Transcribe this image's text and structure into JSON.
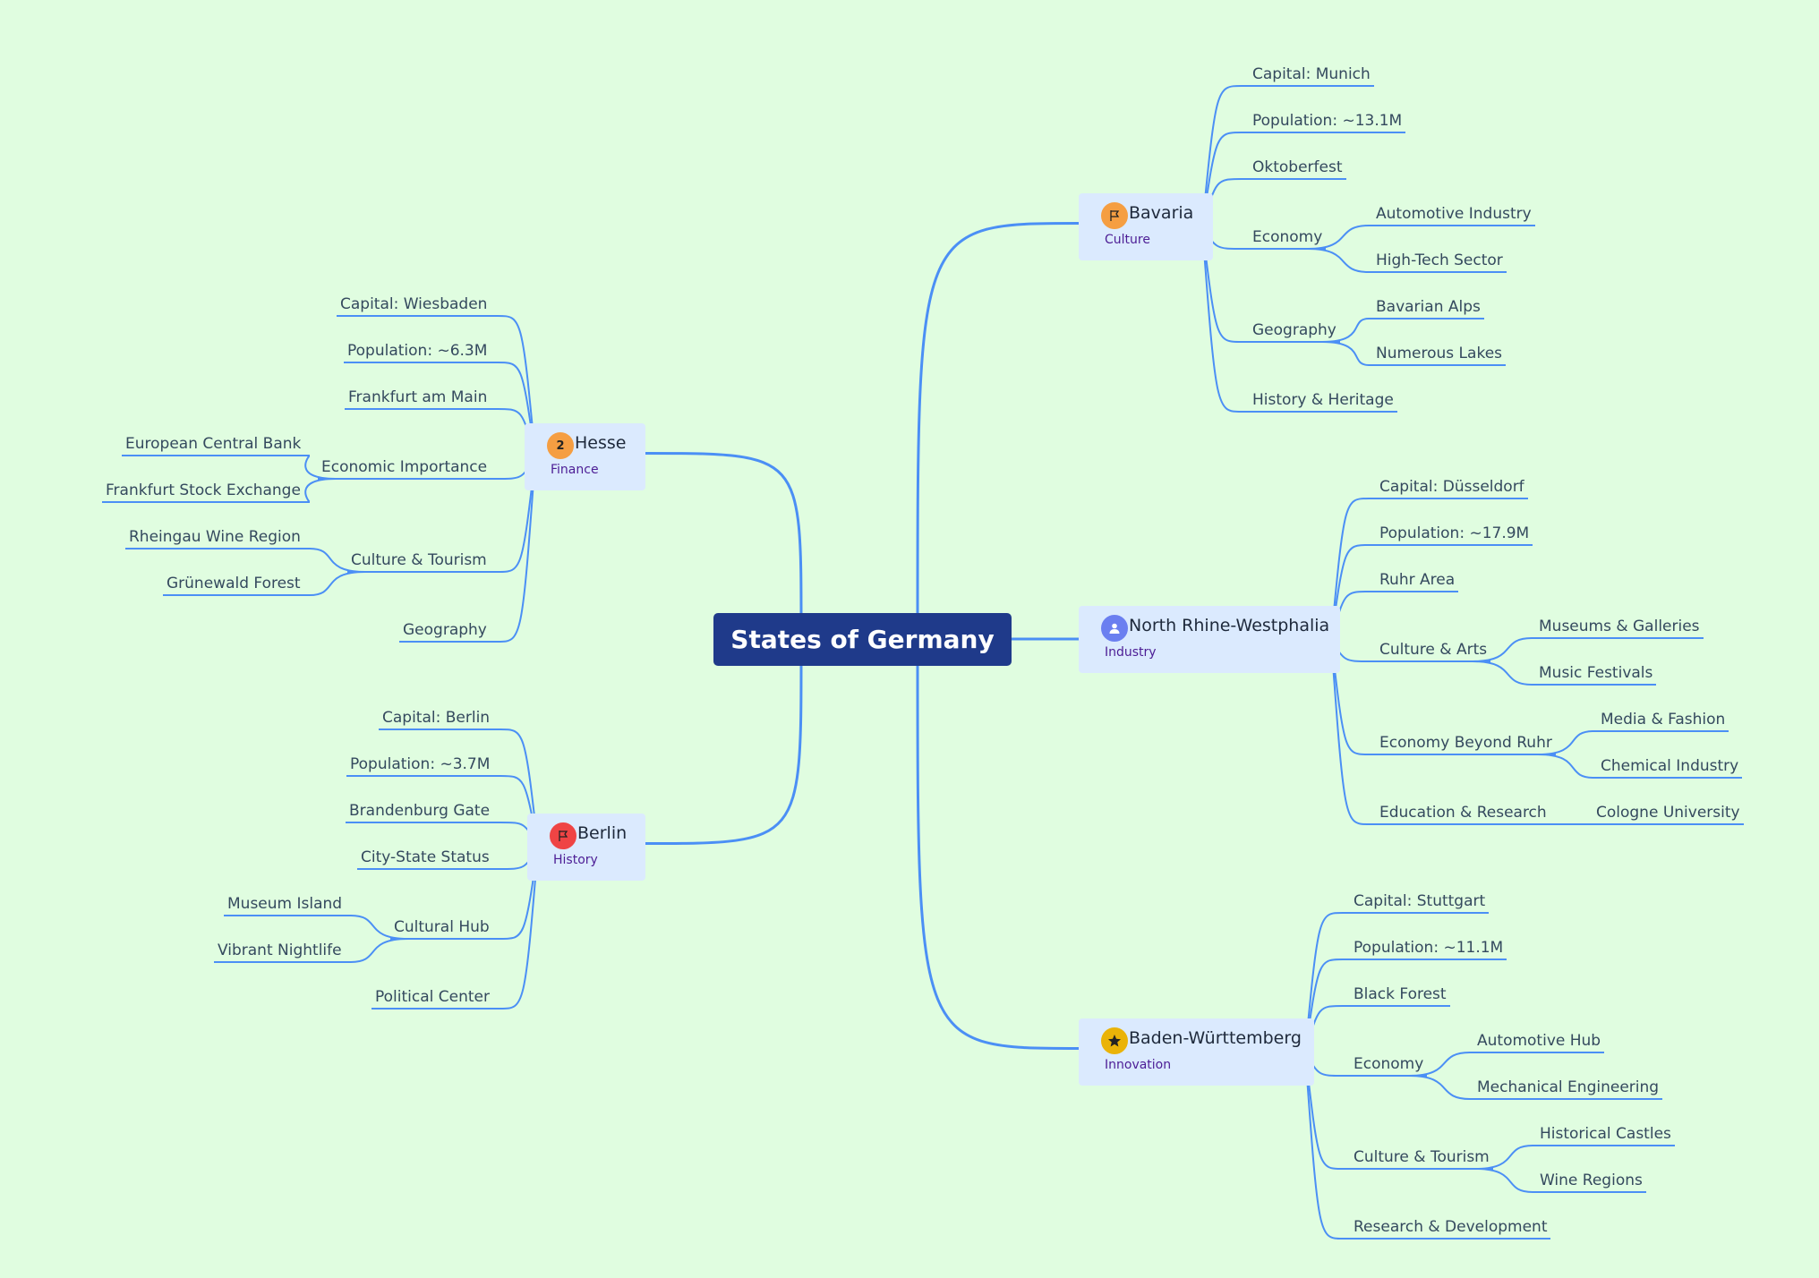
{
  "root": {
    "title": "States of Germany"
  },
  "colors": {
    "line": "#4b8ff5",
    "root_bg": "#1f3a8a",
    "branch_bg": "#dbeafe",
    "background": "#e0fde0"
  },
  "branches": [
    {
      "key": "bavaria",
      "title": "Bavaria",
      "tag": "Culture",
      "icon": "flag-icon",
      "icon_color": "#f59e42",
      "children": [
        {
          "label": "Capital: Munich"
        },
        {
          "label": "Population: ~13.1M"
        },
        {
          "label": "Oktoberfest"
        },
        {
          "label": "Economy",
          "children": [
            {
              "label": "Automotive Industry"
            },
            {
              "label": "High-Tech Sector"
            }
          ]
        },
        {
          "label": "Geography",
          "children": [
            {
              "label": "Bavarian Alps"
            },
            {
              "label": "Numerous Lakes"
            }
          ]
        },
        {
          "label": "History & Heritage"
        }
      ]
    },
    {
      "key": "nrw",
      "title": "North Rhine-Westphalia",
      "tag": "Industry",
      "icon": "user-icon",
      "icon_color": "#6b7ff0",
      "children": [
        {
          "label": "Capital: Düsseldorf"
        },
        {
          "label": "Population: ~17.9M"
        },
        {
          "label": "Ruhr Area"
        },
        {
          "label": "Culture & Arts",
          "children": [
            {
              "label": "Museums & Galleries"
            },
            {
              "label": "Music Festivals"
            }
          ]
        },
        {
          "label": "Economy Beyond Ruhr",
          "children": [
            {
              "label": "Media & Fashion"
            },
            {
              "label": "Chemical Industry"
            }
          ]
        },
        {
          "label": "Education & Research",
          "children": [
            {
              "label": "Cologne University"
            }
          ]
        }
      ]
    },
    {
      "key": "bw",
      "title": "Baden-Württemberg",
      "tag": "Innovation",
      "icon": "star-icon",
      "icon_color": "#eab308",
      "children": [
        {
          "label": "Capital: Stuttgart"
        },
        {
          "label": "Population: ~11.1M"
        },
        {
          "label": "Black Forest"
        },
        {
          "label": "Economy",
          "children": [
            {
              "label": "Automotive Hub"
            },
            {
              "label": "Mechanical Engineering"
            }
          ]
        },
        {
          "label": "Culture & Tourism",
          "children": [
            {
              "label": "Historical Castles"
            },
            {
              "label": "Wine Regions"
            }
          ]
        },
        {
          "label": "Research & Development"
        }
      ]
    },
    {
      "key": "hesse",
      "title": "Hesse",
      "tag": "Finance",
      "icon": "number-two-icon",
      "icon_text": "2",
      "icon_color": "#f59e42",
      "children": [
        {
          "label": "Capital: Wiesbaden"
        },
        {
          "label": "Population: ~6.3M"
        },
        {
          "label": "Frankfurt am Main"
        },
        {
          "label": "Economic Importance",
          "children": [
            {
              "label": "European Central Bank"
            },
            {
              "label": "Frankfurt Stock Exchange"
            }
          ]
        },
        {
          "label": "Culture & Tourism",
          "children": [
            {
              "label": "Rheingau Wine Region"
            },
            {
              "label": "Grünewald Forest"
            }
          ]
        },
        {
          "label": "Geography"
        }
      ]
    },
    {
      "key": "berlin",
      "title": "Berlin",
      "tag": "History",
      "icon": "flag-icon",
      "icon_color": "#ef4444",
      "children": [
        {
          "label": "Capital: Berlin"
        },
        {
          "label": "Population: ~3.7M"
        },
        {
          "label": "Brandenburg Gate"
        },
        {
          "label": "City-State Status"
        },
        {
          "label": "Cultural Hub",
          "children": [
            {
              "label": "Museum Island"
            },
            {
              "label": "Vibrant Nightlife"
            }
          ]
        },
        {
          "label": "Political Center"
        }
      ]
    }
  ]
}
